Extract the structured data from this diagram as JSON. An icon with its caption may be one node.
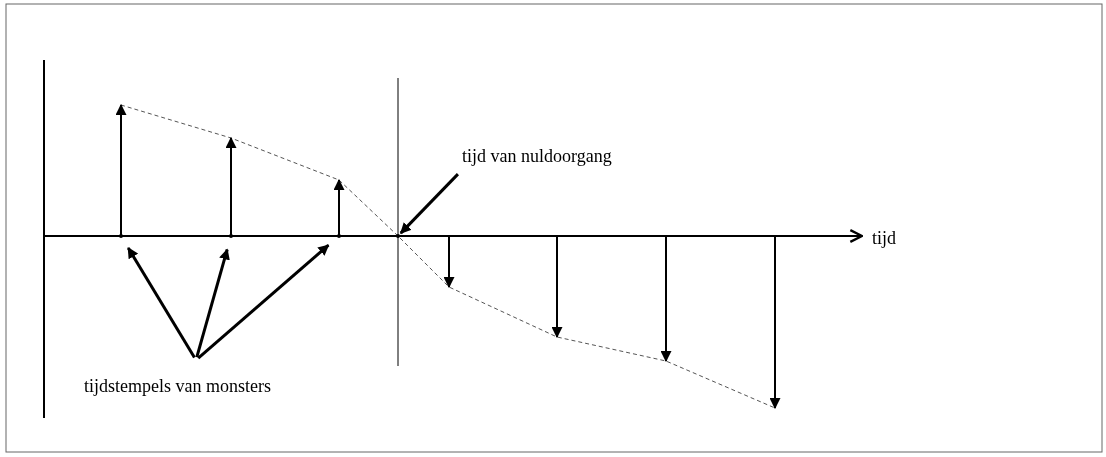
{
  "diagram": {
    "nodes": [
      {
        "text": [
          "tijd van nuldoorgang"
        ]
      },
      {
        "text": [
          "tijdstempels van monsters"
        ]
      },
      {
        "text": [],
        "shape": "point"
      },
      {
        "text": [],
        "shape": "point"
      },
      {
        "text": [],
        "shape": "point"
      },
      {
        "text": [],
        "shape": "point"
      }
    ],
    "edges": [
      {
        "from": 0,
        "to": 5,
        "arrow": "to"
      },
      {
        "from": 1,
        "to": 2,
        "arrow": "to"
      },
      {
        "from": 1,
        "to": 3,
        "arrow": "to"
      },
      {
        "from": 1,
        "to": 4,
        "arrow": "to"
      }
    ],
    "labels": [
      "tijd"
    ]
  }
}
